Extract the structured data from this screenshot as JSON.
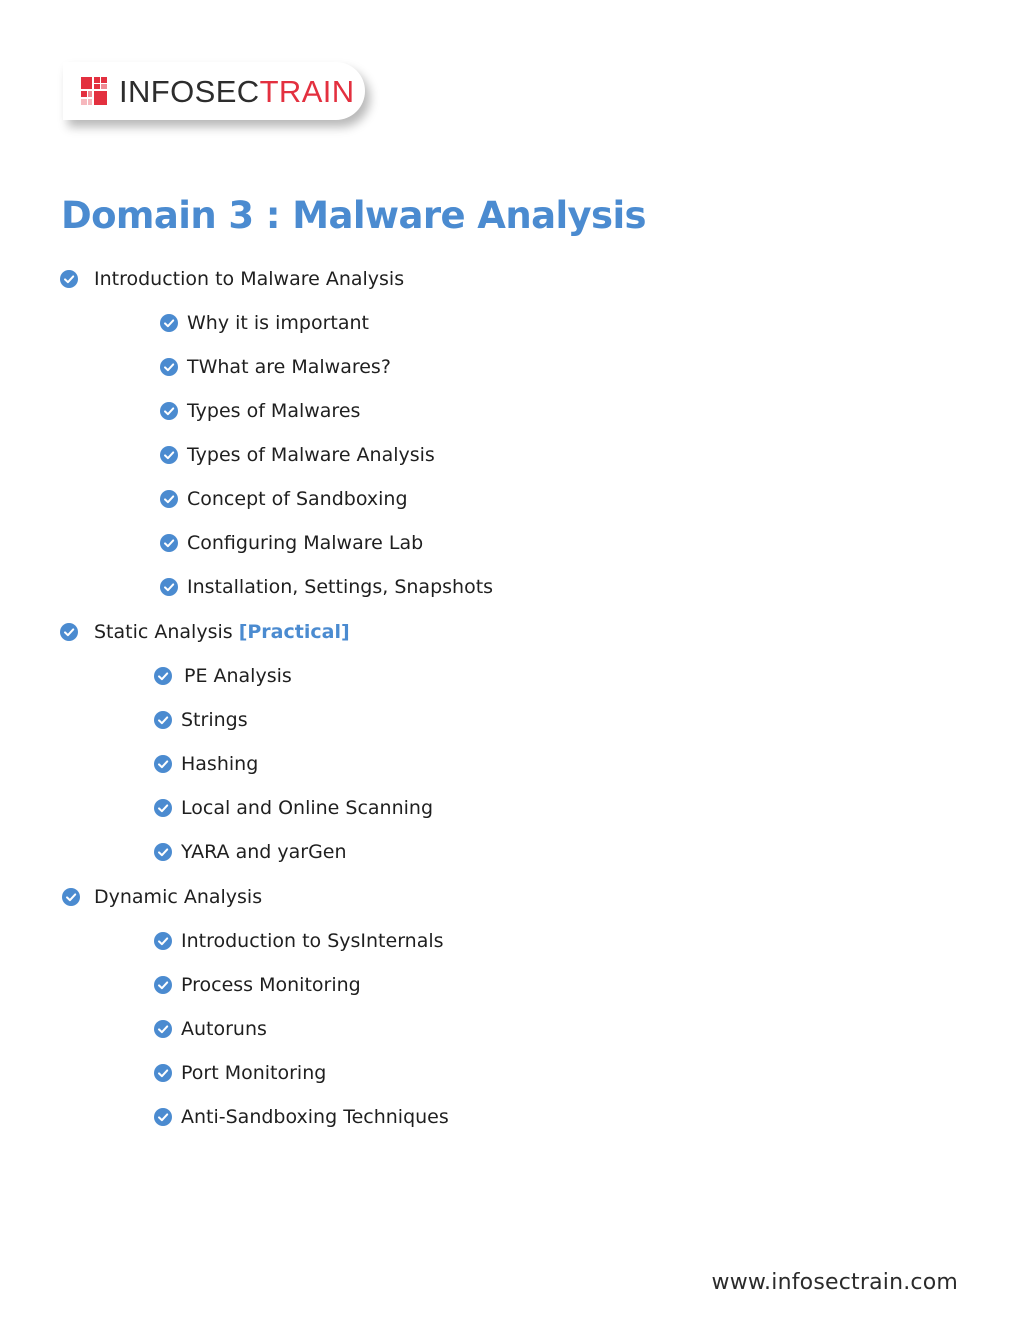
{
  "brand": {
    "name_part1": "INFOSEC",
    "name_part2": "TRAIN",
    "dark_color": "#2d2d2d",
    "accent_color": "#e3303f",
    "icon": "grid-logo-icon"
  },
  "title": "Domain 3 : Malware Analysis",
  "theme": {
    "heading_color": "#4b8bd0",
    "check_icon": "check-circle-icon"
  },
  "sections": [
    {
      "label": "Introduction to Malware Analysis",
      "items": [
        "Why it is important",
        "TWhat are Malwares?",
        "Types of Malwares",
        "Types of Malware Analysis",
        "Concept of Sandboxing",
        "Configuring Malware Lab",
        "Installation, Settings, Snapshots"
      ]
    },
    {
      "label": "Static Analysis ",
      "tag": "[Practical]",
      "items": [
        "PE Analysis",
        "Strings",
        "Hashing",
        "Local and Online Scanning",
        "YARA and yarGen"
      ]
    },
    {
      "label": "Dynamic Analysis",
      "items": [
        "Introduction to SysInternals",
        "Process Monitoring",
        "Autoruns",
        "Port Monitoring",
        "Anti-Sandboxing Techniques"
      ]
    }
  ],
  "footer": {
    "url": "www.infosectrain.com"
  }
}
